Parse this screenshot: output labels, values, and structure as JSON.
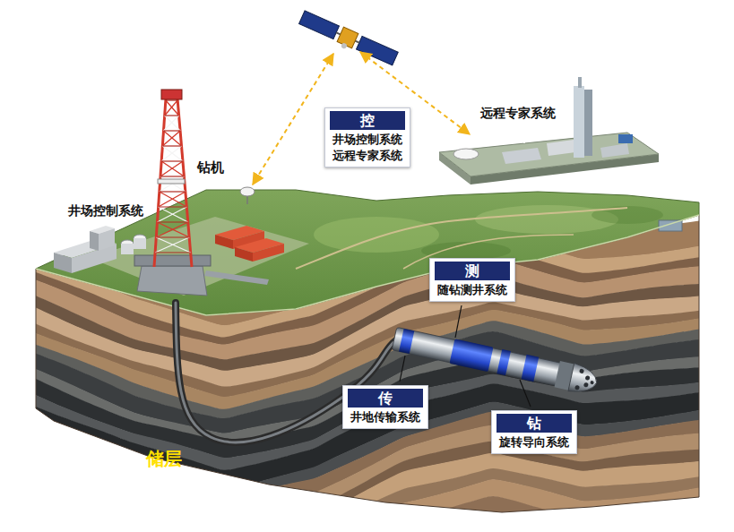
{
  "diagram": {
    "nodes": [
      {
        "text": [
          "控",
          "井场控制系统",
          "远程专家系统"
        ]
      },
      {
        "text": [
          "测",
          "随钻测井系统"
        ]
      },
      {
        "text": [
          "传",
          "井地传输系统"
        ]
      },
      {
        "text": [
          "钻",
          "旋转导向系统"
        ]
      }
    ],
    "labels": [
      "远程专家系统",
      "钻机",
      "井场控制系统",
      "储层"
    ]
  }
}
